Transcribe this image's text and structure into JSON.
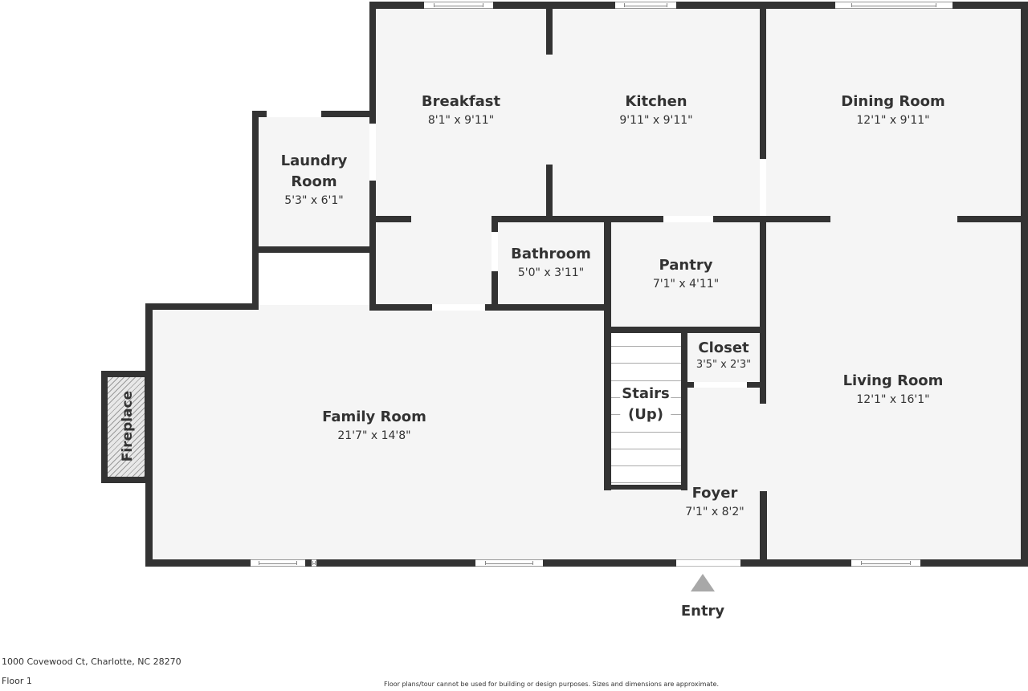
{
  "floor_plan": {
    "rooms": [
      {
        "id": "breakfast",
        "name": "Breakfast",
        "dims": "8'1\" x 9'11\""
      },
      {
        "id": "kitchen",
        "name": "Kitchen",
        "dims": "9'11\" x 9'11\""
      },
      {
        "id": "dining",
        "name": "Dining Room",
        "dims": "12'1\" x 9'11\""
      },
      {
        "id": "laundry",
        "name": "Laundry Room",
        "name_line1": "Laundry",
        "name_line2": "Room",
        "dims": "5'3\" x 6'1\""
      },
      {
        "id": "bathroom",
        "name": "Bathroom",
        "dims": "5'0\" x 3'11\""
      },
      {
        "id": "pantry",
        "name": "Pantry",
        "dims": "7'1\" x 4'11\""
      },
      {
        "id": "closet",
        "name": "Closet",
        "dims": "3'5\" x 2'3\""
      },
      {
        "id": "living",
        "name": "Living Room",
        "dims": "12'1\" x 16'1\""
      },
      {
        "id": "family",
        "name": "Family Room",
        "dims": "21'7\" x 14'8\""
      },
      {
        "id": "foyer",
        "name": "Foyer",
        "dims": "7'1\" x 8'2\""
      }
    ],
    "stairs": {
      "line1": "Stairs",
      "line2": "(Up)"
    },
    "fireplace": {
      "label": "Fireplace"
    },
    "entry": {
      "label": "Entry"
    }
  },
  "footer": {
    "address": "1000 Covewood Ct, Charlotte, NC 28270",
    "floor": "Floor 1",
    "disclaimer": "Floor plans/tour cannot be used for building or design purposes. Sizes and dimensions are approximate."
  },
  "colors": {
    "wall": "#333333",
    "floor": "#f5f5f5",
    "entry_arrow": "#a8a8a8"
  }
}
